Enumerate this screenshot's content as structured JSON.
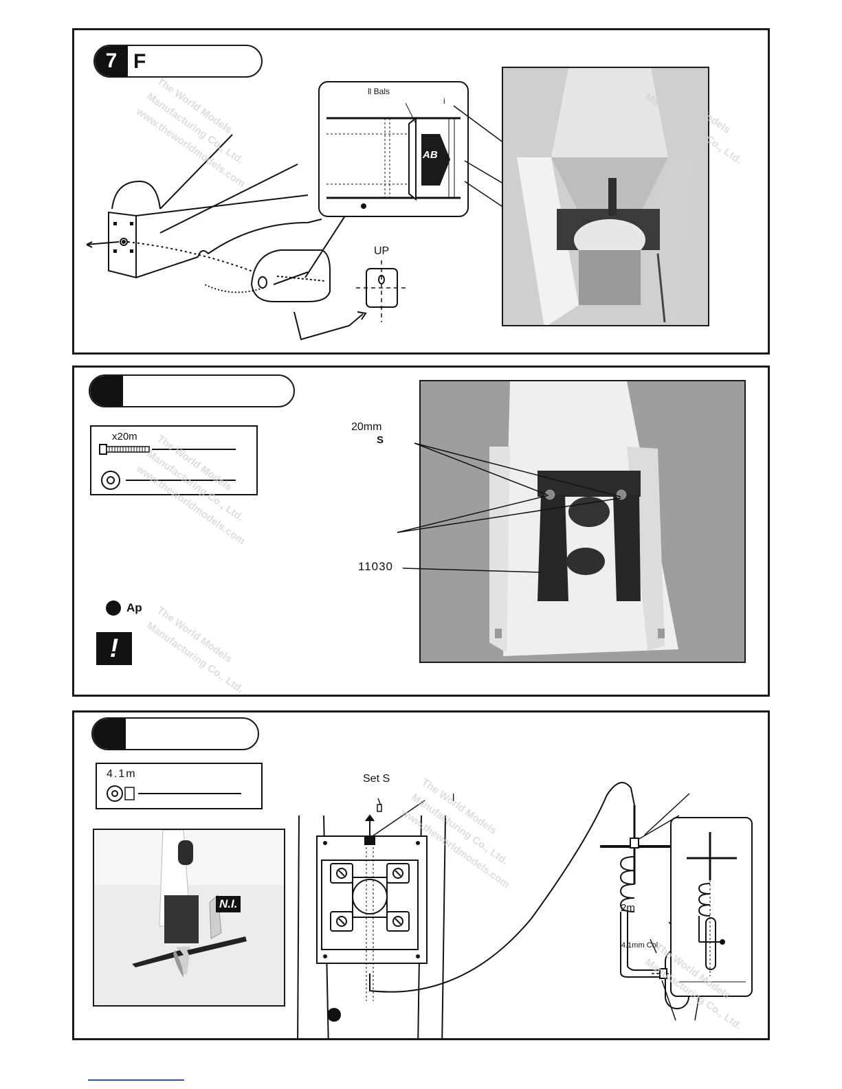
{
  "panel1": {
    "step_number": "7",
    "step_title": "F",
    "inset_label": "ll Bals",
    "inset_label2": "i",
    "inset_badge": "AB",
    "up_label": "UP"
  },
  "panel2": {
    "parts_screw": "x20m",
    "label_20mm": "20mm",
    "label_s": "S",
    "label_part": "11030",
    "apply_note": "Ap",
    "warning": "!"
  },
  "panel3": {
    "parts_collar": "4.1m",
    "set_screw": "Set S",
    "label_l": "l",
    "label_2m": "2m",
    "collar_label": "4.1mm Col",
    "badge_ni": "N.I."
  },
  "watermark": {
    "line1": "The World Models",
    "line2": "Manufacturing Co., Ltd.",
    "line3": "www.theworldmodels.com"
  }
}
